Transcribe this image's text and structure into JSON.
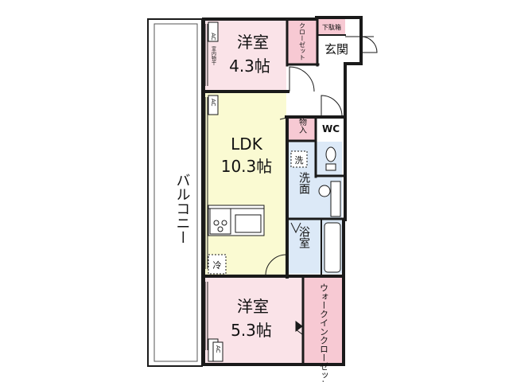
{
  "rooms": {
    "western_top": {
      "name": "洋室",
      "size": "4.3帖"
    },
    "ldk": {
      "name": "LDK",
      "size": "10.3帖"
    },
    "western_bottom": {
      "name": "洋室",
      "size": "5.3帖"
    }
  },
  "labels": {
    "balcony": "バルコニー",
    "closet": "クローゼット",
    "shoe_box": "下駄箱",
    "entrance": "玄関",
    "storage": "物入",
    "wc": "WC",
    "washer": "洗",
    "washroom": "洗面",
    "bathroom": "浴室",
    "walk_in_closet": "ウォークインクローゼット",
    "fridge": "冷",
    "ac": "AC",
    "indoor_dryer": "室内物干"
  },
  "colors": {
    "wall": "#1a1a1a",
    "western_room": "#fae3e8",
    "ldk": "#fafad2",
    "closet": "#f7c9d3",
    "wet_area": "#dce9f7",
    "balcony": "#ffffff",
    "hall": "#ffffff"
  }
}
